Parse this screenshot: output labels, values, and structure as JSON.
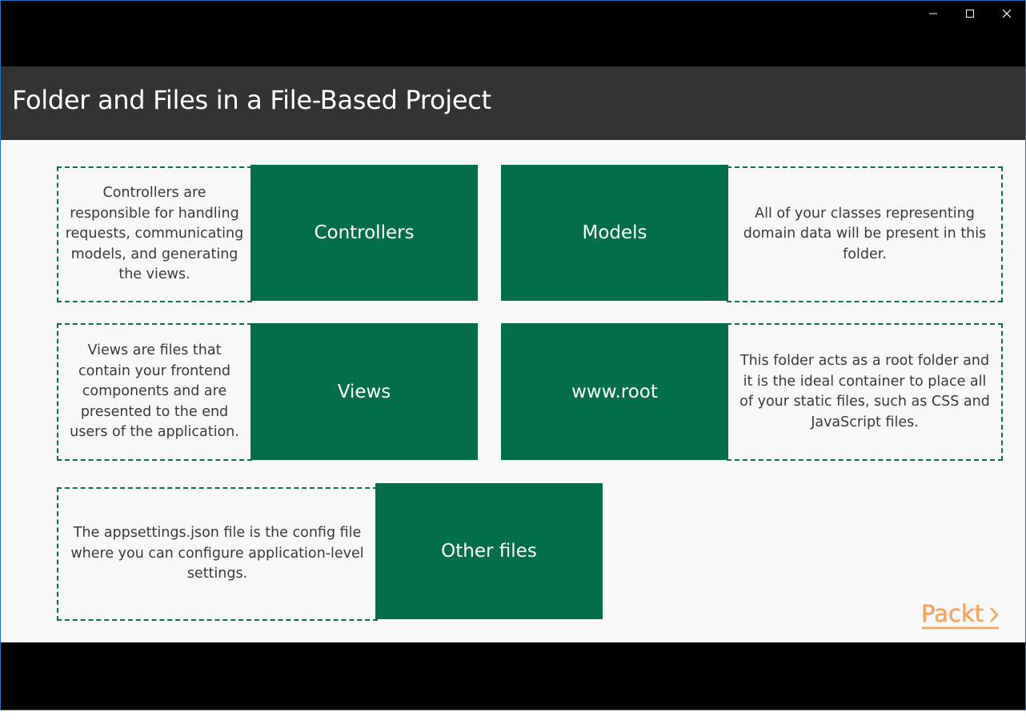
{
  "window": {
    "controls": {
      "minimize": "minimize",
      "maximize": "maximize",
      "close": "close"
    }
  },
  "slide": {
    "title": "Folder and Files in a File-Based Project",
    "cards": {
      "controllers": {
        "label": "Controllers",
        "description": "Controllers are responsible for handling requests, communicating models, and generating the views."
      },
      "models": {
        "label": "Models",
        "description": "All of your classes representing domain data will be present in this folder."
      },
      "views": {
        "label": "Views",
        "description": "Views are files that contain your frontend components and are presented to the end users of the application."
      },
      "wwwroot": {
        "label": "www.root",
        "description": "This folder acts as a root folder and it is the ideal container to place all of your static files, such as CSS and JavaScript files."
      },
      "other_files": {
        "label": "Other files",
        "description": "The appsettings.json file is the config file where you can configure application-level settings."
      }
    },
    "logo": {
      "text": "Packt>"
    }
  },
  "colors": {
    "accent_green": "#026e4a",
    "title_bar": "#333333",
    "logo_orange": "#f5a35c"
  }
}
